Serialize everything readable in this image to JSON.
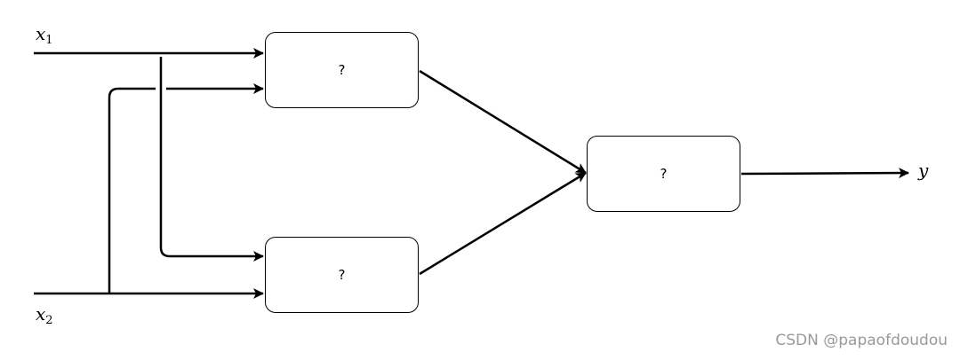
{
  "inputs": {
    "x1": {
      "base": "x",
      "sub": "1"
    },
    "x2": {
      "base": "x",
      "sub": "2"
    }
  },
  "output": {
    "label": "y"
  },
  "nodes": {
    "top_left": {
      "label": "?"
    },
    "bottom_left": {
      "label": "?"
    },
    "right": {
      "label": "?"
    }
  },
  "watermark": "CSDN @papaofdoudou",
  "colors": {
    "stroke": "#000000",
    "watermark": "#9a9a9a"
  }
}
